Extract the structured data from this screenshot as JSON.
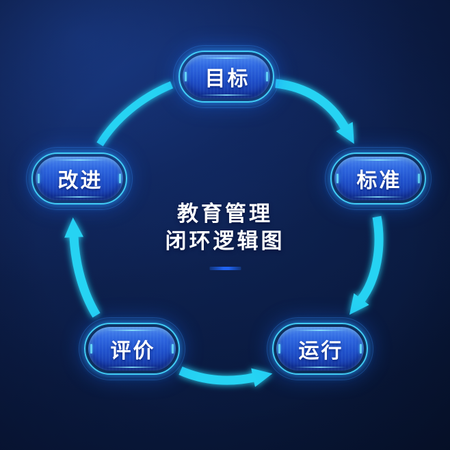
{
  "title": {
    "line1": "教育管理",
    "line2": "闭环逻辑图"
  },
  "nodes": [
    {
      "id": "goal",
      "label": "目标",
      "position": "top"
    },
    {
      "id": "standard",
      "label": "标准",
      "position": "right"
    },
    {
      "id": "operation",
      "label": "运行",
      "position": "bottom-right"
    },
    {
      "id": "evaluation",
      "label": "评价",
      "position": "bottom-left"
    },
    {
      "id": "improvement",
      "label": "改进",
      "position": "left"
    }
  ],
  "edges": [
    {
      "from": "目标",
      "to": "标准",
      "arrowhead": true,
      "direction": "clockwise"
    },
    {
      "from": "标准",
      "to": "运行",
      "arrowhead": true,
      "direction": "clockwise"
    },
    {
      "from": "评价",
      "to": "运行",
      "arrowhead": true,
      "direction": "counter-clockwise"
    },
    {
      "from": "评价",
      "to": "改进",
      "arrowhead": true,
      "direction": "clockwise"
    },
    {
      "from": "改进",
      "to": "目标",
      "arrowhead": false,
      "direction": "clockwise"
    }
  ],
  "colors": {
    "background_dark": "#071430",
    "background_light": "#13285e",
    "arrow": "#27d3f3",
    "node_ring": "#46d7ff",
    "node_fill_top": "#4f8af0",
    "node_fill_bottom": "#1638a8",
    "title_text": "#ffffff",
    "node_text": "#ffffff",
    "dash": "#2063f2"
  }
}
